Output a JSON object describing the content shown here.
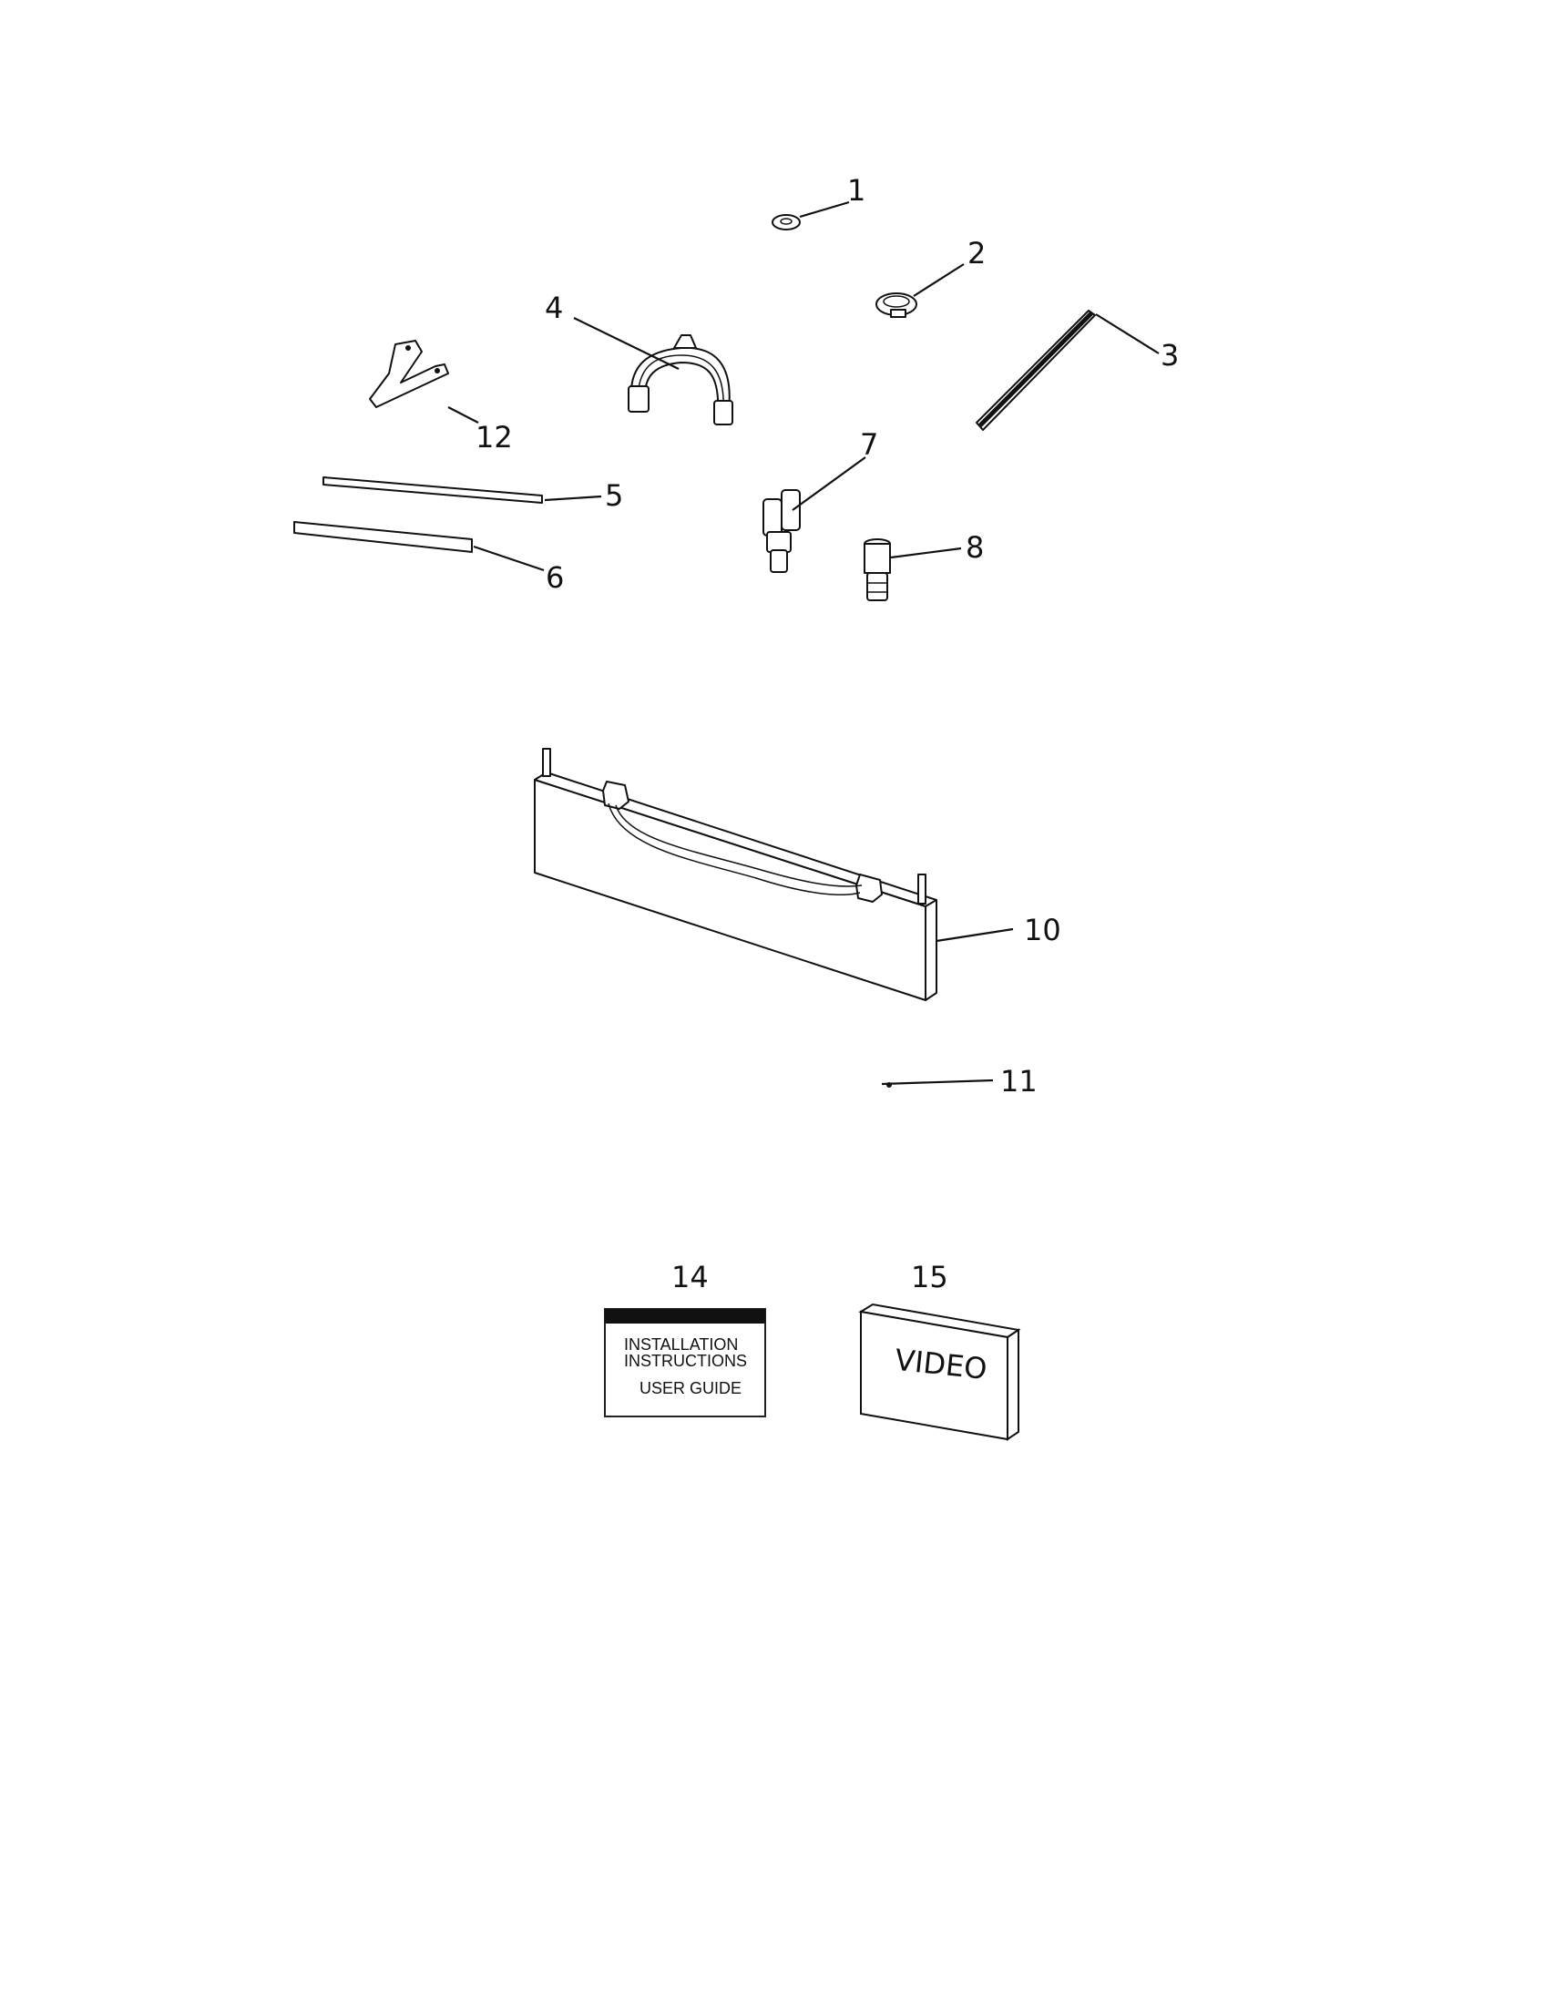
{
  "diagram": {
    "callouts": {
      "c1": "1",
      "c2": "2",
      "c3": "3",
      "c4": "4",
      "c5": "5",
      "c6": "6",
      "c7": "7",
      "c8": "8",
      "c10": "10",
      "c11": "11",
      "c12": "12",
      "c14": "14",
      "c15": "15"
    },
    "booklet": {
      "line1": "INSTALLATION",
      "line2": "INSTRUCTIONS",
      "line3": "USER GUIDE"
    },
    "video": {
      "label": "VIDEO"
    }
  }
}
